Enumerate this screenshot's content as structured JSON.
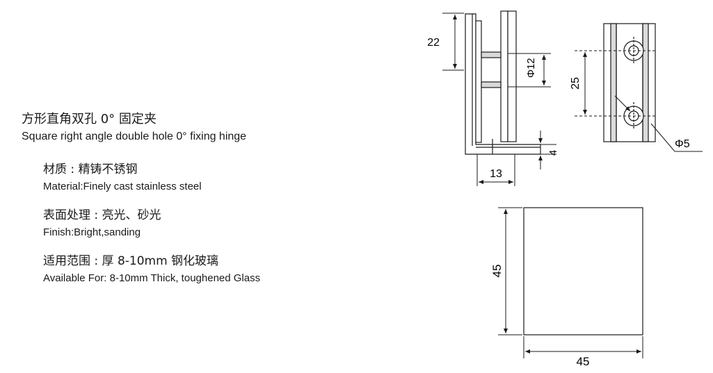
{
  "product": {
    "title_cn": "方形直角双孔 0° 固定夹",
    "title_en": "Square right angle double hole 0° fixing hinge"
  },
  "specs": [
    {
      "cn": "材质 : 精铸不锈钢",
      "en": "Material:Finely cast stainless steel"
    },
    {
      "cn": "表面处理 : 亮光、砂光",
      "en": "Finish:Bright,sanding"
    },
    {
      "cn": "适用范围 : 厚 8-10mm 钢化玻璃",
      "en": "Available For: 8-10mm Thick, toughened Glass"
    }
  ],
  "dimensions": {
    "side_height": "22",
    "hole_diameter": "Φ12",
    "bottom_width": "13",
    "bottom_thickness": "4",
    "hole_spacing": "25",
    "small_hole": "Φ5",
    "plate_height": "45",
    "plate_width": "45"
  }
}
